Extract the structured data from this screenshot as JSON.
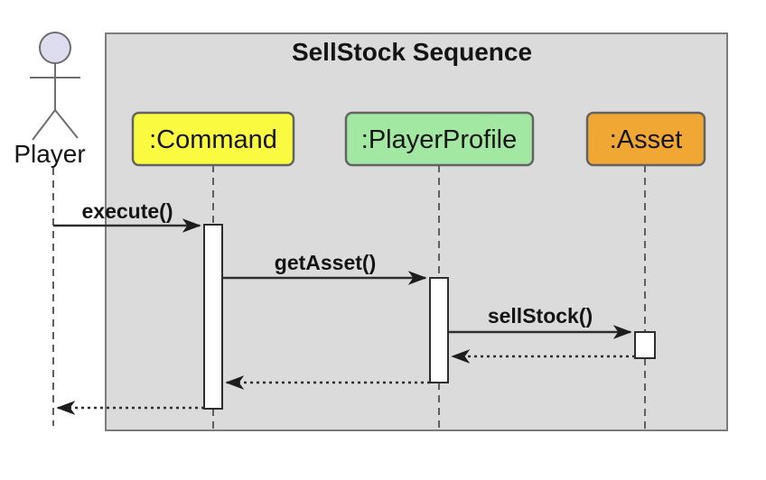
{
  "diagram": {
    "type": "uml-sequence-diagram",
    "title": "SellStock Sequence",
    "actor": {
      "label": "Player"
    },
    "lifelines": [
      {
        "label": ":Command",
        "fill": "#FAFB40"
      },
      {
        "label": ":PlayerProfile",
        "fill": "#A2E8A2"
      },
      {
        "label": ":Asset",
        "fill": "#F0A733"
      }
    ],
    "messages": [
      {
        "label": "execute()",
        "from": "Player",
        "to": ":Command",
        "kind": "sync"
      },
      {
        "label": "getAsset()",
        "from": ":Command",
        "to": ":PlayerProfile",
        "kind": "sync"
      },
      {
        "label": "sellStock()",
        "from": ":PlayerProfile",
        "to": ":Asset",
        "kind": "sync"
      },
      {
        "label": "",
        "from": ":Asset",
        "to": ":PlayerProfile",
        "kind": "return"
      },
      {
        "label": "",
        "from": ":PlayerProfile",
        "to": ":Command",
        "kind": "return"
      },
      {
        "label": "",
        "from": ":Command",
        "to": "Player",
        "kind": "return"
      }
    ],
    "colors": {
      "frame_fill": "#DBDBDB",
      "frame_border": "#7C7C7C",
      "actor_head_fill": "#DDDDEF",
      "command_fill": "#FAFB40",
      "player_profile_fill": "#A2E8A2",
      "asset_fill": "#F0A733",
      "activation_fill": "#FFFFFF",
      "line": "#2E2E2E",
      "lifeline": "#5F5F5F"
    }
  }
}
